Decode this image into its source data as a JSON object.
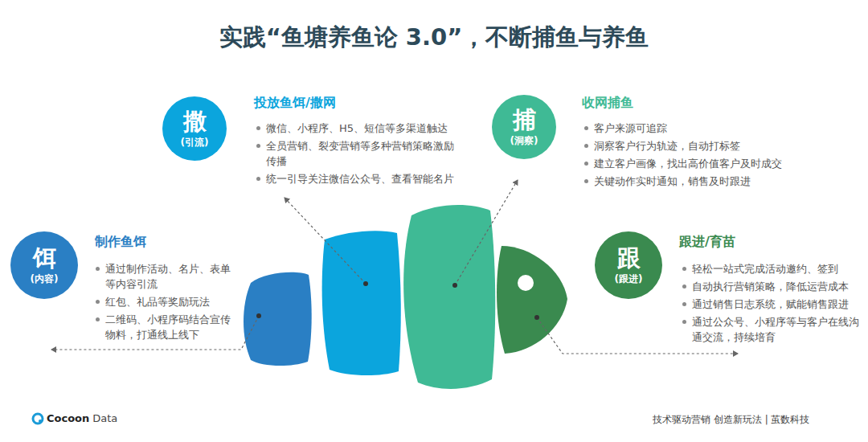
{
  "diagram": {
    "title": "实践“鱼塘养鱼论 3.0”，不断捕鱼与养鱼",
    "nodes": [
      {
        "text": [
          "撒",
          "(引流)",
          "投放鱼饵/撒网",
          "微信、小程序、H5、短信等多渠道触达",
          "全员营销、裂变营销等多种营销策略激励传播",
          "统一引导关注微信公众号、查看智能名片"
        ]
      },
      {
        "text": [
          "捕",
          "(洞察)",
          "收网捕鱼",
          "客户来源可追踪",
          "洞察客户行为轨迹，自动打标签",
          "建立客户画像，找出高价值客户及时成交",
          "关键动作实时通知，销售及时跟进"
        ]
      },
      {
        "text": [
          "饵",
          "(内容)",
          "制作鱼饵",
          "通过制作活动、名片、表单等内容引流",
          "红包、礼品等奖励玩法",
          "二维码、小程序码结合宣传物料，打通线上线下"
        ]
      },
      {
        "text": [
          "跟",
          "(跟进)",
          "跟进/育苗",
          "轻松一站式完成活动邀约、签到",
          "自动执行营销策略，降低运营成本",
          "通过销售日志系统，赋能销售跟进",
          "通过公众号、小程序等与客户在线沟通交流，持续培育"
        ]
      }
    ],
    "labels": [
      "Cocoon",
      "Data",
      "技术驱动营销 创造新玩法 | 茧数科技"
    ]
  }
}
